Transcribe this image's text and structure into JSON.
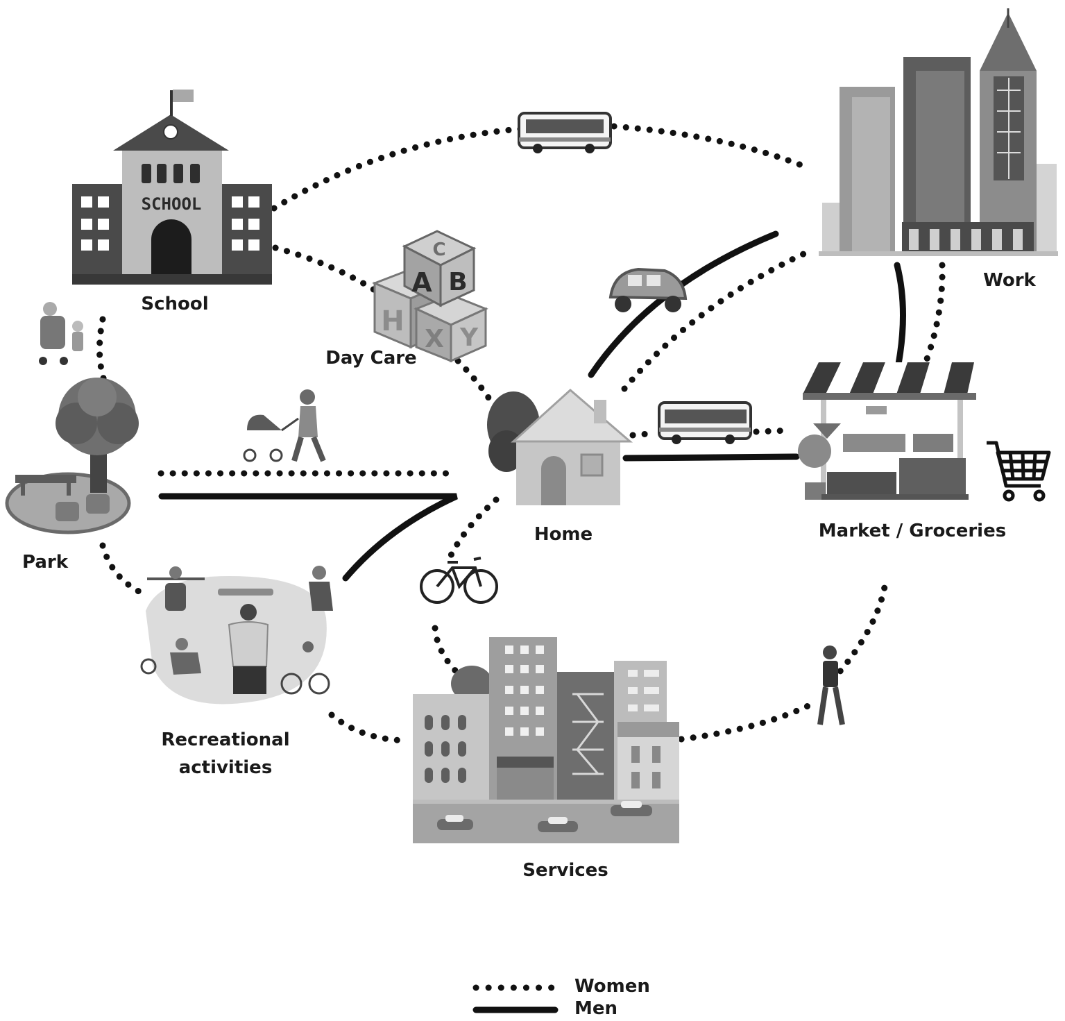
{
  "locations": {
    "school": "School",
    "day_care": "Day Care",
    "work": "Work",
    "park": "Park",
    "home": "Home",
    "market": "Market / Groceries",
    "recreational": "Recreational\nactivities",
    "services": "Services"
  },
  "school_sign": "SCHOOL",
  "blocks": [
    "A",
    "B",
    "C",
    "H",
    "X",
    "Y"
  ],
  "legend": {
    "women": "Women",
    "men": "Men"
  },
  "icons": [
    "school-icon",
    "blocks-icon",
    "skyscrapers-icon",
    "house-icon",
    "market-stall-icon",
    "shopping-cart-icon",
    "tree-bench-icon",
    "city-buildings-icon",
    "bus-icon",
    "car-icon",
    "bicycle-icon",
    "stroller-walker-icon",
    "pedestrian-woman-icon",
    "sports-people-icon"
  ],
  "colors": {
    "ink": "#111111",
    "dark": "#4a4a4a",
    "mid": "#8a8a8a",
    "light": "#c4c4c4",
    "pale": "#dedede"
  }
}
